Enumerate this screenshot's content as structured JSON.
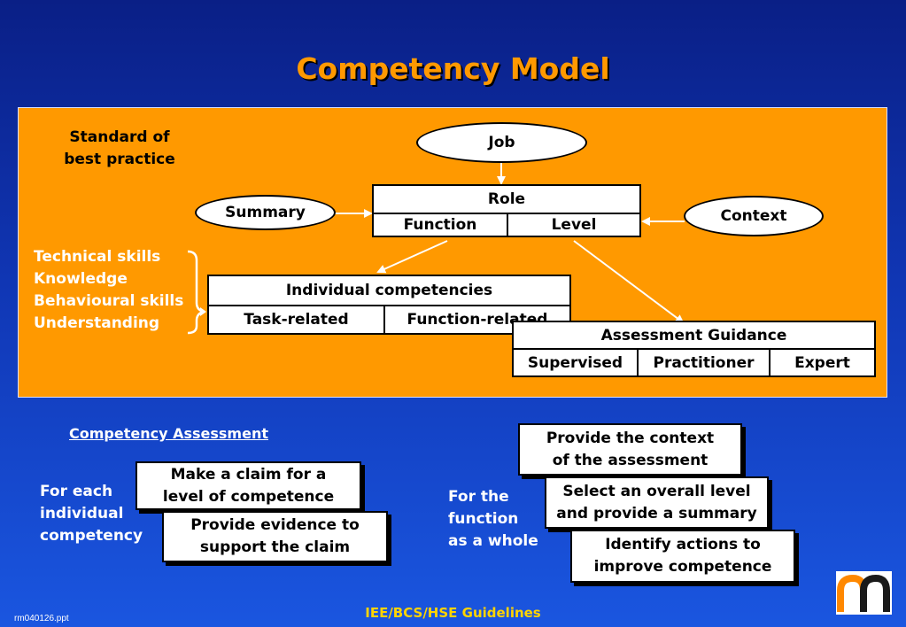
{
  "title": "Competency Model",
  "model": {
    "standard": [
      "Standard of",
      "best practice"
    ],
    "job": "Job",
    "role": "Role",
    "function": "Function",
    "level": "Level",
    "summary": "Summary",
    "context": "Context",
    "skills": [
      "Technical skills",
      "Knowledge",
      "Behavioural skills",
      "Understanding"
    ],
    "individual_competencies": "Individual competencies",
    "task_related": "Task-related",
    "function_related": "Function-related",
    "assessment_guidance": "Assessment Guidance",
    "supervised": "Supervised",
    "practitioner": "Practitioner",
    "expert": "Expert"
  },
  "assessment": {
    "heading": "Competency Assessment",
    "for_each": [
      "For each",
      "individual",
      "competency"
    ],
    "claim": [
      "Make a claim for a",
      "level of competence"
    ],
    "evidence": [
      "Provide evidence to",
      "support the claim"
    ],
    "for_function": [
      "For the",
      "function",
      "as a whole"
    ],
    "context_box": [
      "Provide the context",
      "of the assessment"
    ],
    "select_box": [
      "Select an overall level",
      "and provide a summary"
    ],
    "identify_box": [
      "Identify actions to",
      "improve competence"
    ]
  },
  "footer": "IEE/BCS/HSE Guidelines",
  "file_label": "rm040126.ppt",
  "logo_icon": "m-logo-icon",
  "colors": {
    "background": "#1036b4",
    "panel": "#ff9900",
    "footer_text": "#ffd400"
  }
}
